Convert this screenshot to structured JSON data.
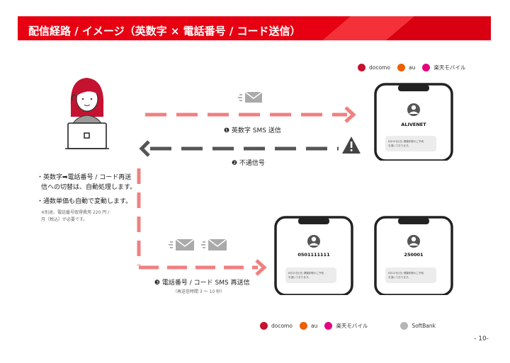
{
  "title": "配信経路 / イメージ（英数字 × 電話番号 / コード送信）",
  "legend_top": [
    {
      "label": "docomo",
      "color": "#c41230"
    },
    {
      "label": "au",
      "color": "#eb6100"
    },
    {
      "label": "楽天モバイル",
      "color": "#e4007f"
    }
  ],
  "legend_bottom": [
    {
      "label": "docomo",
      "color": "#c41230"
    },
    {
      "label": "au",
      "color": "#eb6100"
    },
    {
      "label": "楽天モバイル",
      "color": "#e4007f"
    },
    {
      "label": "SoftBank",
      "color": "#b5b5b5"
    }
  ],
  "steps": {
    "step1": "❶ 英数字 SMS 送信",
    "step2": "❷ 不通信号",
    "step3": "❸ 電話番号 / コード SMS 再送信",
    "step3_note": "（再送信時間 3 〜 10 秒）"
  },
  "bullets": {
    "b1_line1": "・英数字➡電話番号 / コード再送",
    "b1_line2": "信への切替は、自動処理します。",
    "b2": "・通数単価も自動で変動します。",
    "note_line1": "※別途、電話番号取得費用 220 円 /",
    "note_line2": "月（税込）が必要です。"
  },
  "phones": {
    "top": {
      "sender": "ALIVENET",
      "message_line1": "6月10日(日) 健康診断のご予約",
      "message_line2": "を頂いております。"
    },
    "bottom_left": {
      "sender": "0501111111",
      "message_line1": "6月10日(日) 健康診断のご予約",
      "message_line2": "を頂いております。"
    },
    "bottom_right": {
      "sender": "250001",
      "message_line1": "6月10日(日) 健康診断のご予約",
      "message_line2": "を頂いております。"
    }
  },
  "page_number": "- 10-",
  "colors": {
    "accent_red": "#e60012",
    "dash_pink": "#f08080",
    "dash_gray": "#555555"
  }
}
